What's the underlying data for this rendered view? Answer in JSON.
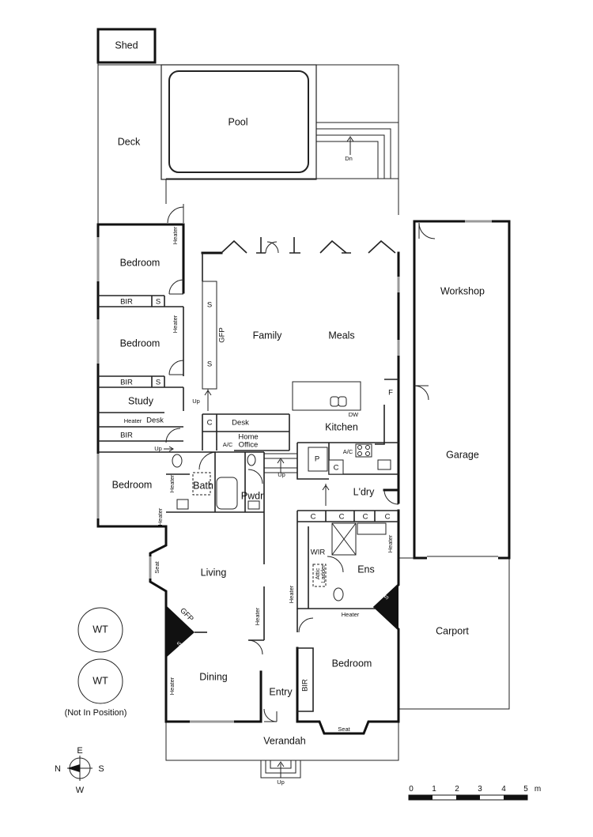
{
  "rooms": {
    "shed": "Shed",
    "pool": "Pool",
    "deck": "Deck",
    "workshop": "Workshop",
    "garage": "Garage",
    "carport": "Carport",
    "family": "Family",
    "meals": "Meals",
    "kitchen": "Kitchen",
    "bedroom1": "Bedroom",
    "bedroom2": "Bedroom",
    "bedroom3": "Bedroom",
    "bedroom_main": "Bedroom",
    "study": "Study",
    "home_office_line1": "Home",
    "home_office_line2": "Office",
    "bath": "Bath",
    "pwdr": "Pwdr",
    "laundry": "L'dry",
    "ens": "Ens",
    "wir": "WIR",
    "living": "Living",
    "dining": "Dining",
    "entry": "Entry",
    "verandah": "Verandah"
  },
  "fixtures": {
    "bir1": "BIR",
    "bir2": "BIR",
    "bir3": "BIR",
    "bir_main": "BIR",
    "s1": "S",
    "s2": "S",
    "s3": "S",
    "s4": "S",
    "s_living": "S",
    "s_ens": "S",
    "desk_study": "Desk",
    "desk_office": "Desk",
    "c_office": "C",
    "c_kitchen": "C",
    "c_hall1": "C",
    "c_hall2": "C",
    "c_hall3": "C",
    "c_hall4": "C",
    "pantry": "P",
    "fridge": "F",
    "dw": "DW",
    "ac1": "A/C",
    "ac2": "A/C",
    "gfp_family": "GFP",
    "gfp_living": "GFP",
    "seat_living": "Seat",
    "seat_bed": "Seat",
    "attic_line1": "Attic",
    "attic_line2": "Ladder",
    "heater_bed1": "Heater",
    "heater_bed2": "Heater",
    "heater_study": "Heater",
    "heater_bed3": "Heater",
    "heater_bath": "Heater",
    "heater_living": "Heater",
    "heater_dining": "Heater",
    "heater_wir": "Heater",
    "heater_ens": "Heater",
    "heater_ens2": "Heater"
  },
  "labels": {
    "dn": "Dn",
    "up_study": "Up",
    "up_bed3": "Up",
    "up_kitchen": "Up",
    "up_verandah": "Up",
    "wt1": "WT",
    "wt2": "WT",
    "not_in_position": "(Not In Position)"
  },
  "compass": {
    "n": "N",
    "e": "E",
    "s": "S",
    "w": "W"
  },
  "scale": {
    "ticks": [
      "0",
      "1",
      "2",
      "3",
      "4",
      "5"
    ],
    "unit": "m"
  }
}
